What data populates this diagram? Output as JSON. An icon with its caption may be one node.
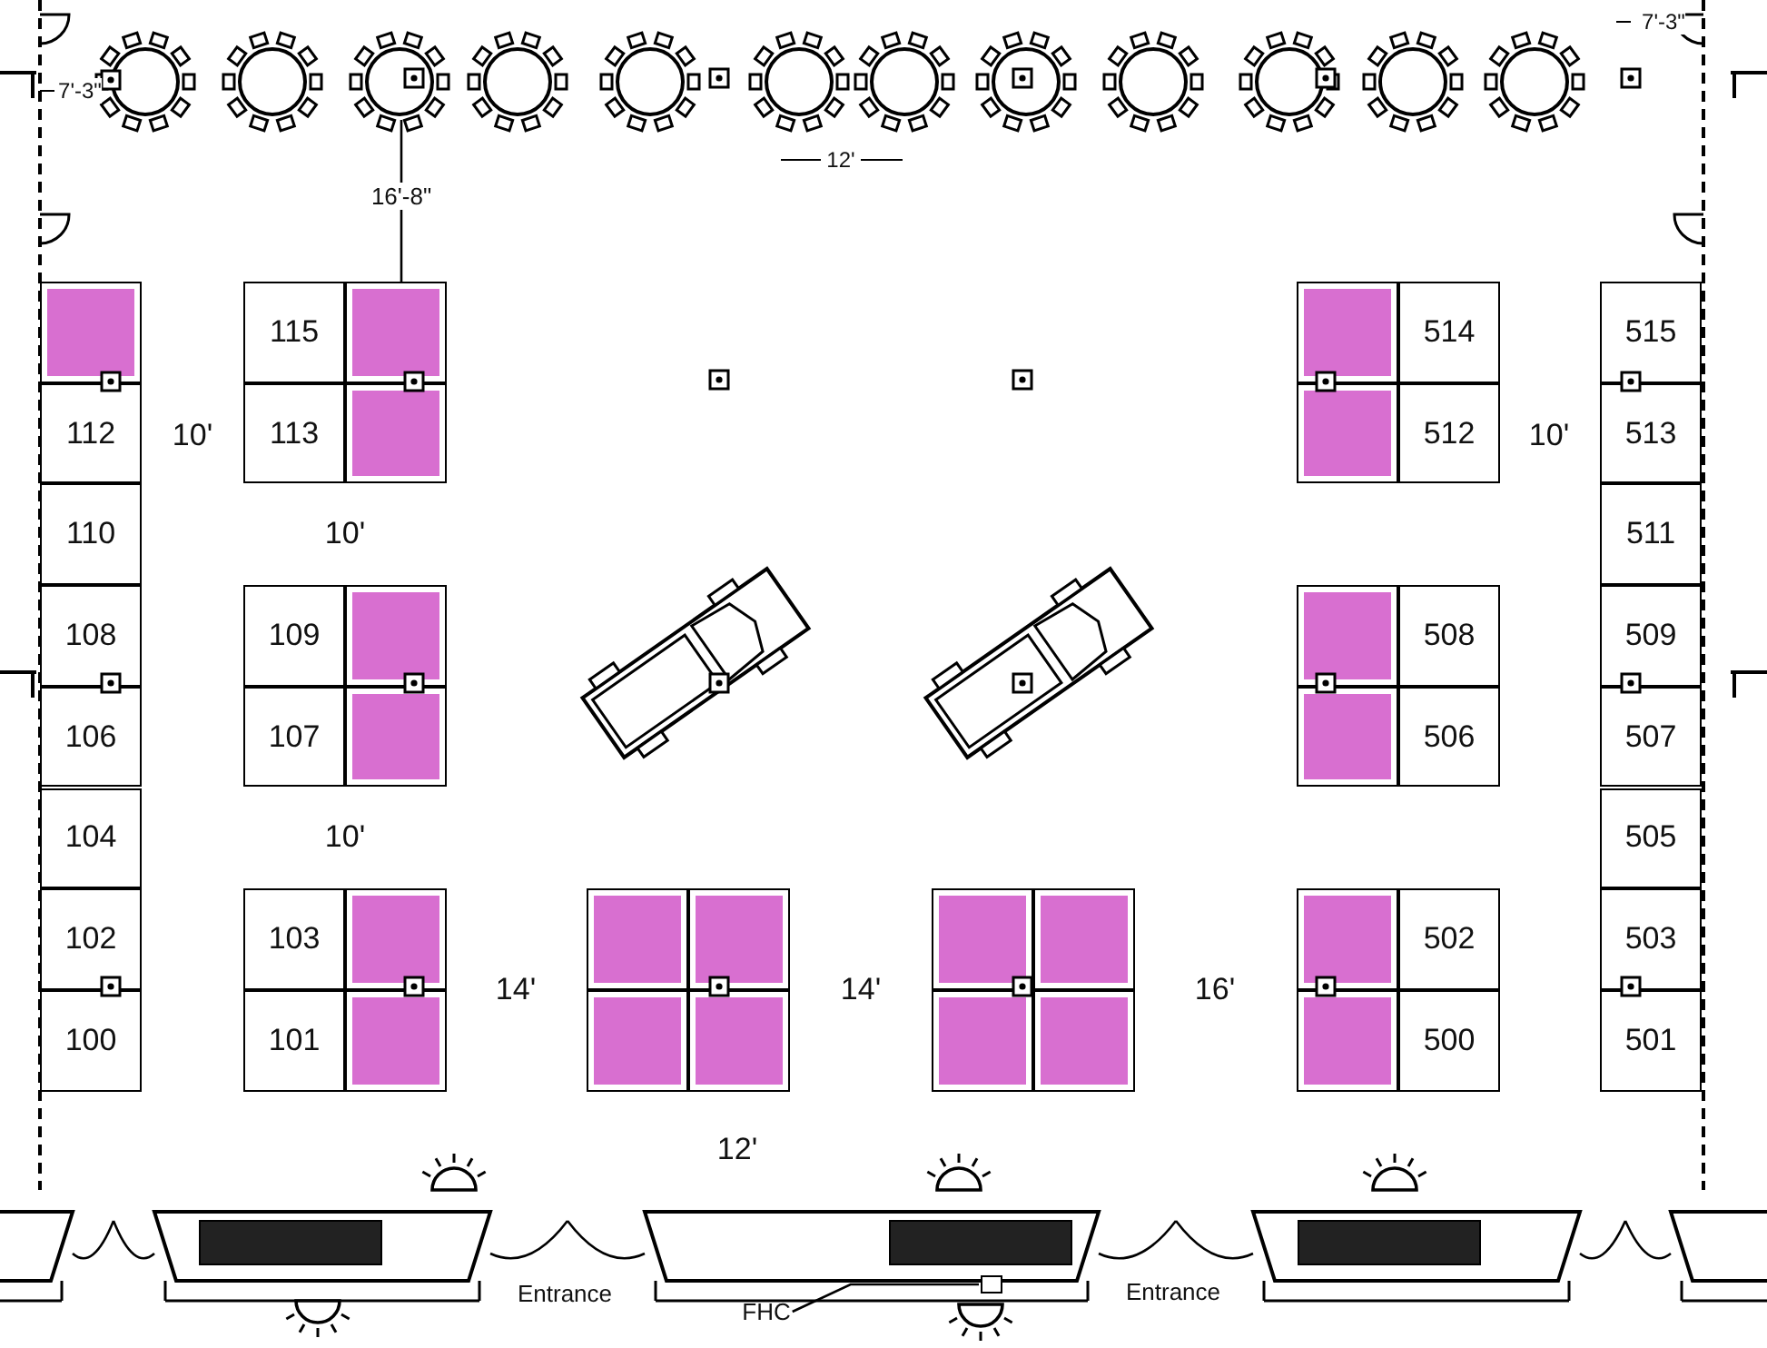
{
  "diagram": {
    "nodes": [
      {
        "text": [],
        "shape": "box"
      },
      {
        "text": [
          "115"
        ]
      },
      {
        "text": [],
        "shape": "box"
      },
      {
        "text": [],
        "shape": "box"
      },
      {
        "text": [
          "514"
        ]
      },
      {
        "text": [
          "515"
        ]
      },
      {
        "text": [
          "112"
        ]
      },
      {
        "text": [
          "113"
        ]
      },
      {
        "text": [],
        "shape": "box"
      },
      {
        "text": [],
        "shape": "box"
      },
      {
        "text": [
          "512"
        ]
      },
      {
        "text": [
          "513"
        ]
      },
      {
        "text": [
          "110"
        ]
      },
      {
        "text": [
          "511"
        ]
      },
      {
        "text": [
          "108"
        ]
      },
      {
        "text": [
          "109"
        ]
      },
      {
        "text": [],
        "shape": "box"
      },
      {
        "text": [],
        "shape": "box"
      },
      {
        "text": [
          "508"
        ]
      },
      {
        "text": [
          "509"
        ]
      },
      {
        "text": [
          "106"
        ]
      },
      {
        "text": [
          "107"
        ]
      },
      {
        "text": [],
        "shape": "box"
      },
      {
        "text": [],
        "shape": "box"
      },
      {
        "text": [
          "506"
        ]
      },
      {
        "text": [
          "507"
        ]
      },
      {
        "text": [
          "104"
        ]
      },
      {
        "text": [
          "505"
        ]
      },
      {
        "text": [
          "102"
        ]
      },
      {
        "text": [
          "103"
        ]
      },
      {
        "text": [],
        "shape": "box"
      },
      {
        "text": [],
        "shape": "box"
      },
      {
        "text": [],
        "shape": "box"
      },
      {
        "text": [],
        "shape": "box"
      },
      {
        "text": [],
        "shape": "box"
      },
      {
        "text": [],
        "shape": "box"
      },
      {
        "text": [
          "502"
        ]
      },
      {
        "text": [
          "503"
        ]
      },
      {
        "text": [
          "100"
        ]
      },
      {
        "text": [
          "101"
        ]
      },
      {
        "text": [],
        "shape": "box"
      },
      {
        "text": [],
        "shape": "box"
      },
      {
        "text": [],
        "shape": "box"
      },
      {
        "text": [],
        "shape": "box"
      },
      {
        "text": [],
        "shape": "box"
      },
      {
        "text": [],
        "shape": "box"
      },
      {
        "text": [
          "500"
        ]
      },
      {
        "text": [
          "501"
        ]
      },
      {
        "text": [
          "FHC"
        ]
      },
      {
        "text": [],
        "shape": "box"
      }
    ],
    "edges": [
      {
        "from": 48,
        "to": 49,
        "arrow": "none"
      }
    ],
    "labels": [
      "7'-3\"",
      "7'-3\"",
      "12'",
      "16'-8\"",
      "10'",
      "10'",
      "10'",
      "10'",
      "14'",
      "14'",
      "16'",
      "12'",
      "Entrance",
      "Entrance"
    ]
  }
}
